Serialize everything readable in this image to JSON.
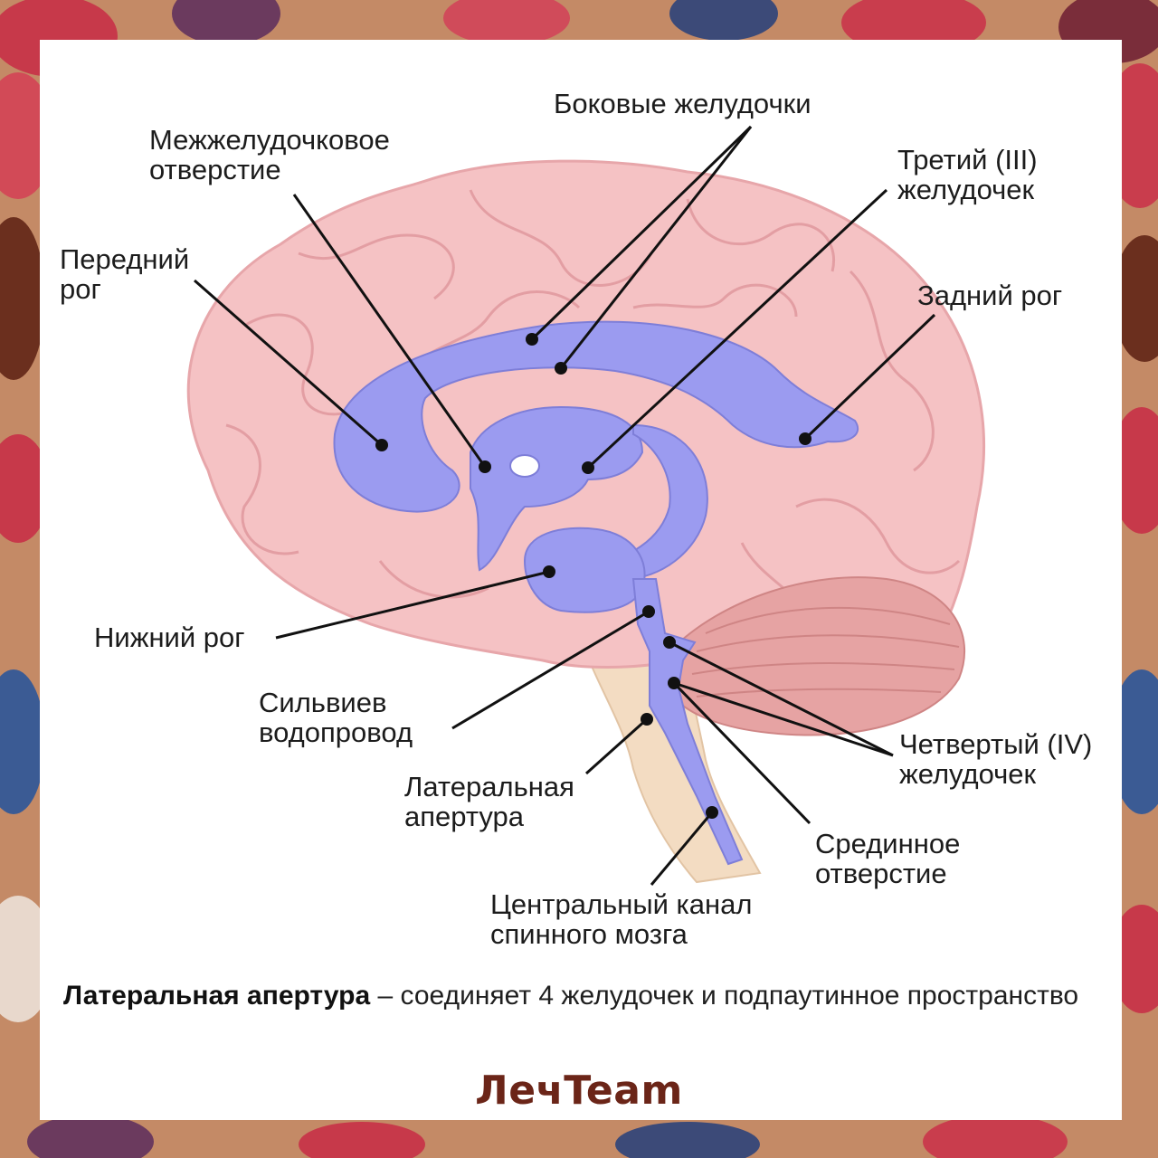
{
  "labels": {
    "lateral_ventricles": "Боковые желудочки",
    "interventricular_foramen": "Межжелудочковое\nотверстие",
    "third_ventricle": "Третий (III)\nжелудочек",
    "anterior_horn": "Передний\nрог",
    "posterior_horn": "Задний рог",
    "inferior_horn": "Нижний рог",
    "sylvian_aqueduct": "Сильвиев\nводопровод",
    "fourth_ventricle": "Четвертый (IV)\nжелудочек",
    "lateral_aperture": "Латеральная\nапертура",
    "median_aperture": "Срединное\nотверстие",
    "central_canal": "Центральный канал\nспинного мозга"
  },
  "caption": {
    "term": "Латеральная апертура",
    "definition": " – соединяет 4 желудочек и подпаутинное пространство"
  },
  "brand": "ЛечTeam",
  "colors": {
    "brain": "#f5c2c4",
    "ventricles": "#9b9bf0",
    "cerebellum": "#e6a3a3",
    "brainstem": "#f3dcc2",
    "brand": "#6b2518"
  }
}
